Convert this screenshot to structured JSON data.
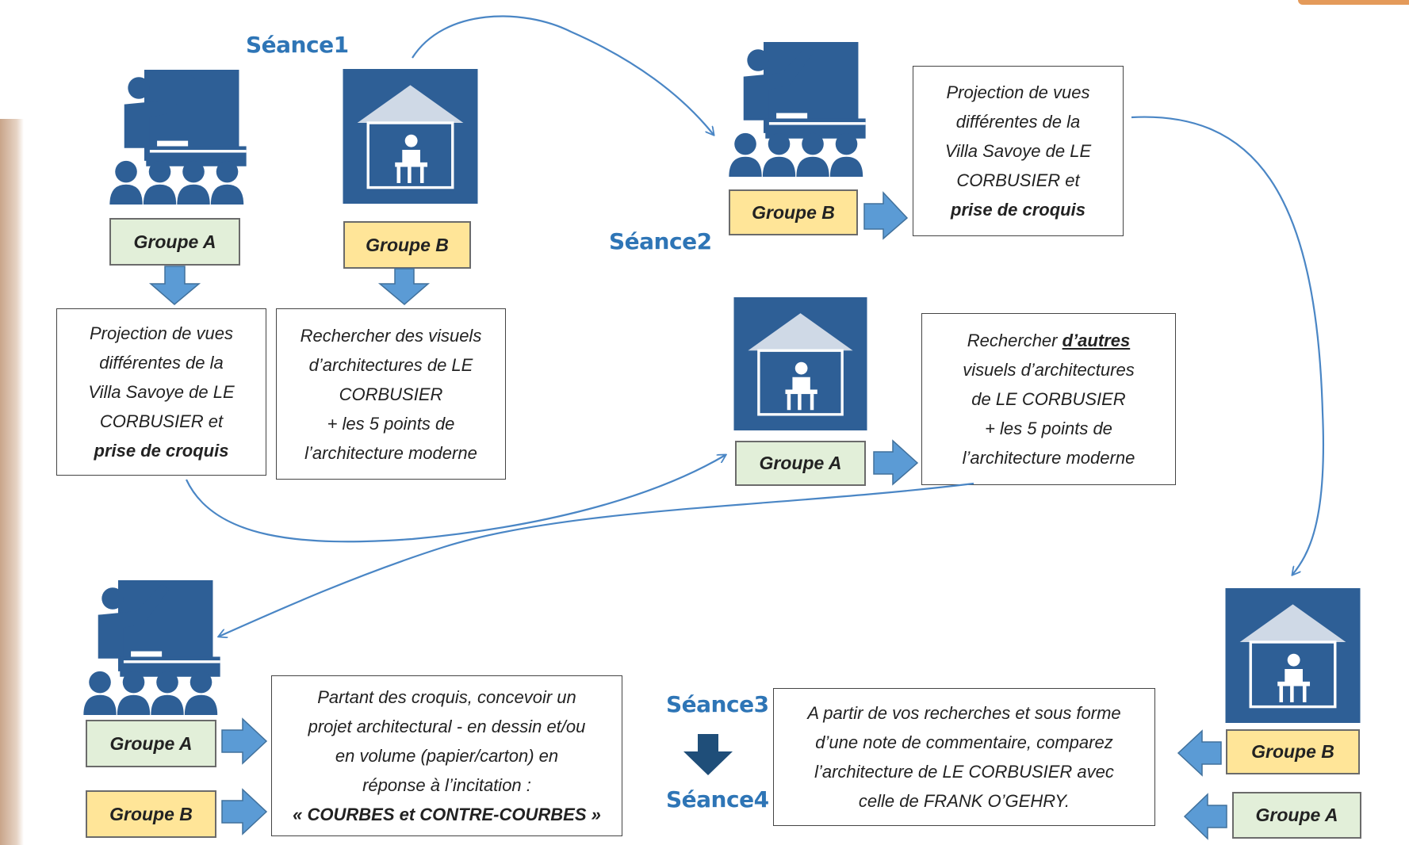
{
  "sessions": {
    "s1": "Séance1",
    "s2": "Séance2",
    "s3": "Séance3",
    "s4": "Séance4"
  },
  "groups": {
    "group_a": "Groupe A",
    "group_b": "Groupe B"
  },
  "texts": {
    "projection": {
      "l1": "Projection de vues",
      "l2": "différentes de la",
      "l3": "Villa Savoye de LE",
      "l4": "CORBUSIER et",
      "l5": "prise de croquis"
    },
    "research": {
      "l1": "Rechercher des visuels",
      "l2": "d’architectures de LE",
      "l3": "CORBUSIER",
      "l4": "+ les 5 points de",
      "l5": "l’architecture moderne"
    },
    "research_other": {
      "l1_pre": "Rechercher ",
      "l1_em": "d’autres",
      "l2": "visuels d’architectures",
      "l3": "de LE CORBUSIER",
      "l4": "+ les 5 points de",
      "l5": "l’architecture moderne"
    },
    "project": {
      "l1": "Partant des croquis, concevoir un",
      "l2": "projet architectural - en dessin et/ou",
      "l3": "en volume (papier/carton) en",
      "l4": "réponse à l’incitation :",
      "l5": "« COURBES et CONTRE-COURBES »"
    },
    "compare": {
      "l1": "A partir de vos recherches et sous forme",
      "l2": "d’une note de commentaire, comparez",
      "l3": "l’architecture de LE CORBUSIER avec",
      "l4": "celle de FRANK O’GEHRY."
    }
  },
  "colors": {
    "icon_blue": "#2e5f96",
    "arrow_blue": "#5b9bd5",
    "session_blue": "#2e75b6",
    "group_a_fill": "#e2efd9",
    "group_b_fill": "#ffe598",
    "dark_arrow": "#1f4e79"
  },
  "icons": {
    "classroom": "teacher-classroom-icon",
    "study": "student-study-house-icon"
  }
}
